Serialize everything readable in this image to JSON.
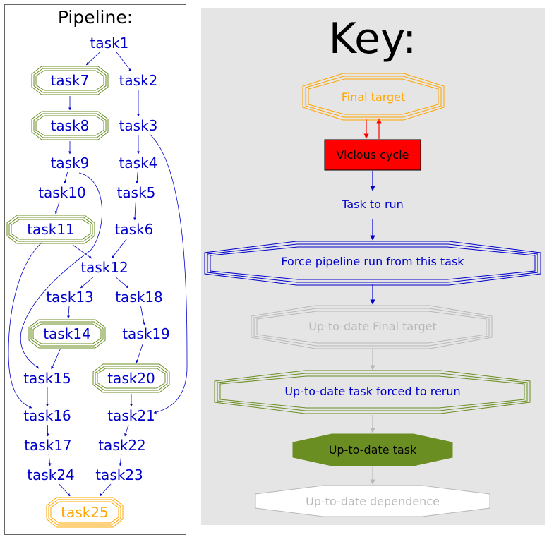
{
  "pipeline": {
    "title": "Pipeline:",
    "colors": {
      "task_text": "#0000cc",
      "edge": "#0000cc",
      "uptodate_border": "#6b8e23",
      "final_target": "#ffa500"
    },
    "tasks": [
      {
        "id": "task1",
        "label": "task1",
        "style": "plain"
      },
      {
        "id": "task7",
        "label": "task7",
        "style": "forced"
      },
      {
        "id": "task2",
        "label": "task2",
        "style": "plain"
      },
      {
        "id": "task8",
        "label": "task8",
        "style": "forced"
      },
      {
        "id": "task3",
        "label": "task3",
        "style": "plain"
      },
      {
        "id": "task9",
        "label": "task9",
        "style": "plain"
      },
      {
        "id": "task4",
        "label": "task4",
        "style": "plain"
      },
      {
        "id": "task10",
        "label": "task10",
        "style": "plain"
      },
      {
        "id": "task5",
        "label": "task5",
        "style": "plain"
      },
      {
        "id": "task11",
        "label": "task11",
        "style": "forced"
      },
      {
        "id": "task6",
        "label": "task6",
        "style": "plain"
      },
      {
        "id": "task12",
        "label": "task12",
        "style": "plain"
      },
      {
        "id": "task13",
        "label": "task13",
        "style": "plain"
      },
      {
        "id": "task18",
        "label": "task18",
        "style": "plain"
      },
      {
        "id": "task14",
        "label": "task14",
        "style": "forced"
      },
      {
        "id": "task19",
        "label": "task19",
        "style": "plain"
      },
      {
        "id": "task15",
        "label": "task15",
        "style": "plain"
      },
      {
        "id": "task20",
        "label": "task20",
        "style": "forced"
      },
      {
        "id": "task16",
        "label": "task16",
        "style": "plain"
      },
      {
        "id": "task21",
        "label": "task21",
        "style": "plain"
      },
      {
        "id": "task17",
        "label": "task17",
        "style": "plain"
      },
      {
        "id": "task22",
        "label": "task22",
        "style": "plain"
      },
      {
        "id": "task24",
        "label": "task24",
        "style": "plain"
      },
      {
        "id": "task23",
        "label": "task23",
        "style": "plain"
      },
      {
        "id": "task25",
        "label": "task25",
        "style": "final"
      }
    ],
    "edges": [
      [
        "task1",
        "task7"
      ],
      [
        "task1",
        "task2"
      ],
      [
        "task7",
        "task8"
      ],
      [
        "task2",
        "task3"
      ],
      [
        "task8",
        "task9"
      ],
      [
        "task3",
        "task4"
      ],
      [
        "task9",
        "task10"
      ],
      [
        "task4",
        "task5"
      ],
      [
        "task10",
        "task11"
      ],
      [
        "task5",
        "task6"
      ],
      [
        "task11",
        "task12"
      ],
      [
        "task6",
        "task12"
      ],
      [
        "task9",
        "task15"
      ],
      [
        "task12",
        "task13"
      ],
      [
        "task12",
        "task18"
      ],
      [
        "task13",
        "task14"
      ],
      [
        "task18",
        "task19"
      ],
      [
        "task14",
        "task15"
      ],
      [
        "task19",
        "task20"
      ],
      [
        "task11",
        "task16"
      ],
      [
        "task15",
        "task16"
      ],
      [
        "task3",
        "task21"
      ],
      [
        "task20",
        "task21"
      ],
      [
        "task16",
        "task17"
      ],
      [
        "task21",
        "task22"
      ],
      [
        "task17",
        "task24"
      ],
      [
        "task22",
        "task23"
      ],
      [
        "task24",
        "task25"
      ],
      [
        "task23",
        "task25"
      ]
    ]
  },
  "key": {
    "title": "Key:",
    "background": "#e5e5e5",
    "items": [
      {
        "id": "final-target",
        "label": "Final target",
        "text_color": "#ffa500",
        "border": "#ffa500",
        "fill": "none"
      },
      {
        "id": "vicious-cycle",
        "label": "Vicious cycle",
        "text_color": "#000000",
        "border": "#000000",
        "fill": "#ff0000"
      },
      {
        "id": "task-to-run",
        "label": "Task to run",
        "text_color": "#0000cc",
        "border": "none",
        "fill": "none"
      },
      {
        "id": "force-run",
        "label": "Force pipeline run from this task",
        "text_color": "#0000cc",
        "border": "#0000cc",
        "fill": "none"
      },
      {
        "id": "uptodate-final",
        "label": "Up-to-date Final target",
        "text_color": "#b8b8b8",
        "border": "#b8b8b8",
        "fill": "none"
      },
      {
        "id": "uptodate-forced",
        "label": "Up-to-date task forced to rerun",
        "text_color": "#0000cc",
        "border": "#6b8e23",
        "fill": "none"
      },
      {
        "id": "uptodate-task",
        "label": "Up-to-date task",
        "text_color": "#000000",
        "border": "#6b8e23",
        "fill": "#6b8e23"
      },
      {
        "id": "uptodate-dependence",
        "label": "Up-to-date dependence",
        "text_color": "#b8b8b8",
        "border": "#b8b8b8",
        "fill": "#ffffff"
      }
    ],
    "edge_colors": {
      "cycle": "#ff0000",
      "run": "#0000cc",
      "uptodate": "#b8b8b8"
    }
  }
}
